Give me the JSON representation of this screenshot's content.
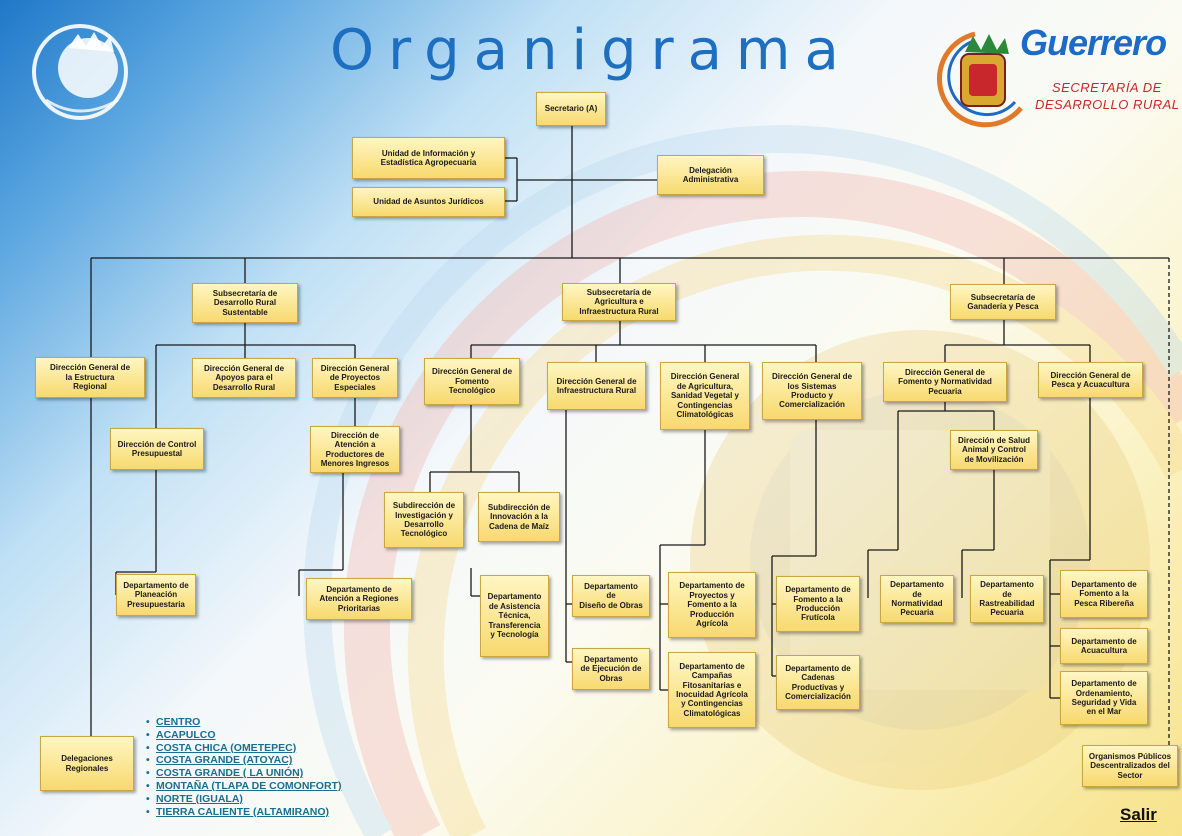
{
  "header": {
    "title": "Organigrama",
    "brand": "Guerrero",
    "department_line1": "SECRETARÍA DE",
    "department_line2": "DESARROLLO RURAL"
  },
  "boxes": {
    "secretario": "Secretario (A)",
    "unidad_informacion": "Unidad de Información y\nEstadística Agropecuaria",
    "unidad_juridicos": "Unidad de Asuntos Jurídicos",
    "delegacion_admin": "Delegación\nAdministrativa",
    "sub_desarrollo": "Subsecretaría de\nDesarrollo Rural\nSustentable",
    "sub_agricultura": "Subsecretaría de\nAgricultura e\nInfraestructura Rural",
    "sub_ganaderia": "Subsecretaría de\nGanadería y Pesca",
    "dg_estructura": "Dirección General de\nla  Estructura\nRegional",
    "dg_apoyos": "Dirección General de\nApoyos para el\nDesarrollo Rural",
    "dg_proyectos_esp": "Dirección General\nde Proyectos\nEspeciales",
    "dg_fomento_tec": "Dirección General de\nFomento\nTecnológico",
    "dg_infraestructura": "Dirección General de\nInfraestructura Rural",
    "dg_agricultura": "Dirección General\nde Agricultura,\nSanidad Vegetal y\nContingencias\nClimatológicas",
    "dg_sistemas": "Dirección General de\nlos Sistemas\nProducto y\nComercialización",
    "dg_fomento_pecuaria": "Dirección General de\nFomento y Normatividad\nPecuaria",
    "dg_pesca": "Dirección General de\nPesca y Acuacultura",
    "dir_control": "Dirección de Control\nPresupuestal",
    "dir_atencion": "Dirección de\nAtención a\nProductores de\nMenores Ingresos",
    "dir_salud": "Dirección de Salud\nAnimal y Control\nde Movilización",
    "sub_investigacion": "Subdirección de\nInvestigación y\nDesarrollo\nTecnológico",
    "sub_innovacion": "Subdirección de\nInnovación a la\nCadena de Maíz",
    "dep_planeacion": "Departamento de\nPlaneación\nPresupuestaria",
    "dep_regiones": "Departamento de\nAtención a Regiones\nPrioritarias",
    "dep_asistencia": "Departamento\nde Asistencia\nTécnica,\nTransferencia\ny Tecnología",
    "dep_diseno": "Departamento\nde\nDiseño de Obras",
    "dep_ejecucion": "Departamento\nde Ejecución de\nObras",
    "dep_proyectos_agr": "Departamento de\nProyectos y\nFomento a la\nProducción\nAgrícola",
    "dep_campanas": "Departamento de\nCampañas\nFitosanitarias e\nInocuidad Agrícola\ny Contingencias\nClimatológicas",
    "dep_fruticola": "Departamento de\nFomento a la\nProducción\nFrutícola",
    "dep_cadenas": "Departamento de\nCadenas\nProductivas y\nComercialización",
    "dep_normatividad": "Departamento\nde\nNormatividad\nPecuaria",
    "dep_rastreabilidad": "Departamento\nde\nRastreabilidad\nPecuaria",
    "dep_pesca_riberena": "Departamento de\nFomento a la\nPesca Ribereña",
    "dep_acuacultura": "Departamento de\nAcuacultura",
    "dep_ordenamiento": "Departamento de\nOrdenamiento,\nSeguridad y Vida\nen el Mar",
    "delegaciones": "Delegaciones\nRegionales",
    "organismos": "Organismos Públicos\nDescentralizados del\nSector"
  },
  "regions": [
    "CENTRO",
    "ACAPULCO",
    "COSTA CHICA (OMETEPEC)",
    "COSTA GRANDE (ATOYAC)",
    "COSTA GRANDE ( LA UNIÓN)",
    "MONTAÑA (TLAPA DE COMONFORT)",
    "NORTE (IGUALA)",
    "TIERRA CALIENTE (ALTAMIRANO)"
  ],
  "bullet": "•",
  "exit_label": "Salir",
  "colors": {
    "box_top": "#fff6c2",
    "box_bottom": "#f7d96e",
    "title": "#1f6fc1",
    "brand": "#1d6bc4",
    "department": "#c8282c",
    "link": "#1a6e8f"
  }
}
